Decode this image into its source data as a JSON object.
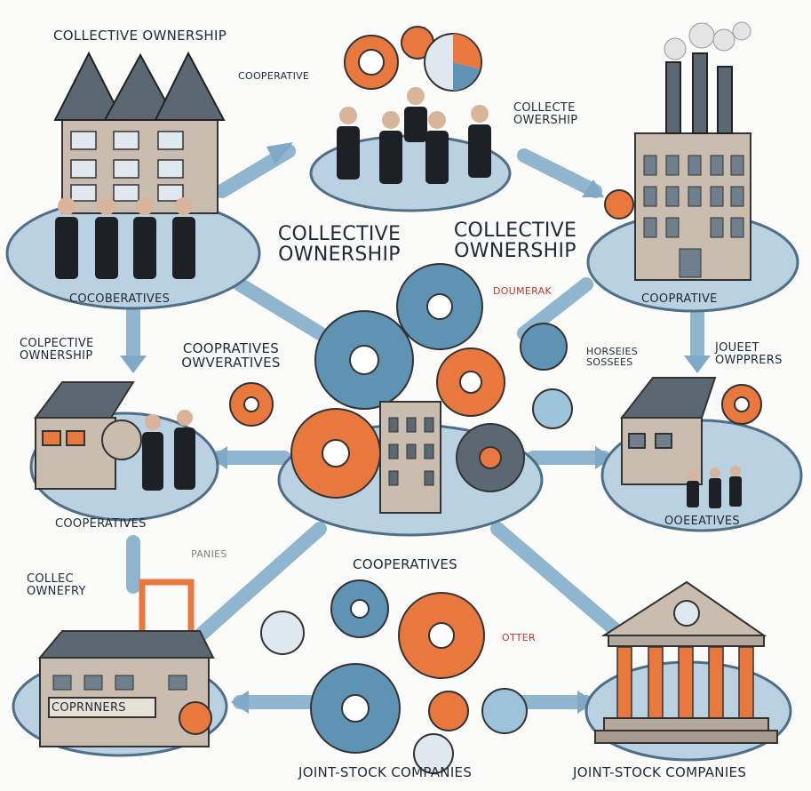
{
  "colors": {
    "blue_gear": "#5f93b4",
    "orange_gear": "#e9783f",
    "platform": "#b9d1e0",
    "platform_edge": "#4f6f88",
    "arrow": "#8fb5cf",
    "building": "#c9bdb0",
    "roof": "#5b6872",
    "suit": "#1d2126"
  },
  "labels": {
    "top_left_title": "COLLECTIVE OWNERSHIP",
    "top_center_tag": "COOPERATIVE",
    "top_right_title": "COLLECTE OWERSHIP",
    "center_left_heading": "COLLECTIVE OWNERSHIP",
    "center_right_heading": "COLLECTIVE OWNERSHIP",
    "left_platform_label": "COCOBERATIVES",
    "center_small_1": "DOUMERAK",
    "right_platform_label": "COOPRATIVE",
    "mid_left_side": "COLPECTIVE OWNERSHIP",
    "mid_center_left": "COOPRATIVES OWVERATIVES",
    "mid_center_right": "HORSEIES SOSSEES",
    "mid_right_side": "JOUEET OWPPRERS",
    "lower_left_platform": "COOPERATIVES",
    "lower_left_faint": "PANIES",
    "lower_right_platform": "OOEEATIVES",
    "bottom_center_title": "COOPERATIVES",
    "bottom_left_side": "COLLEC OWNEFRY",
    "bottom_center_small": "OTTER",
    "bottom_left_sign": "COPRNNERS",
    "bottom_center_caption": "JOINT-STOCK COMPANIES",
    "bottom_right_caption": "JOINT-STOCK COMPANIES"
  }
}
